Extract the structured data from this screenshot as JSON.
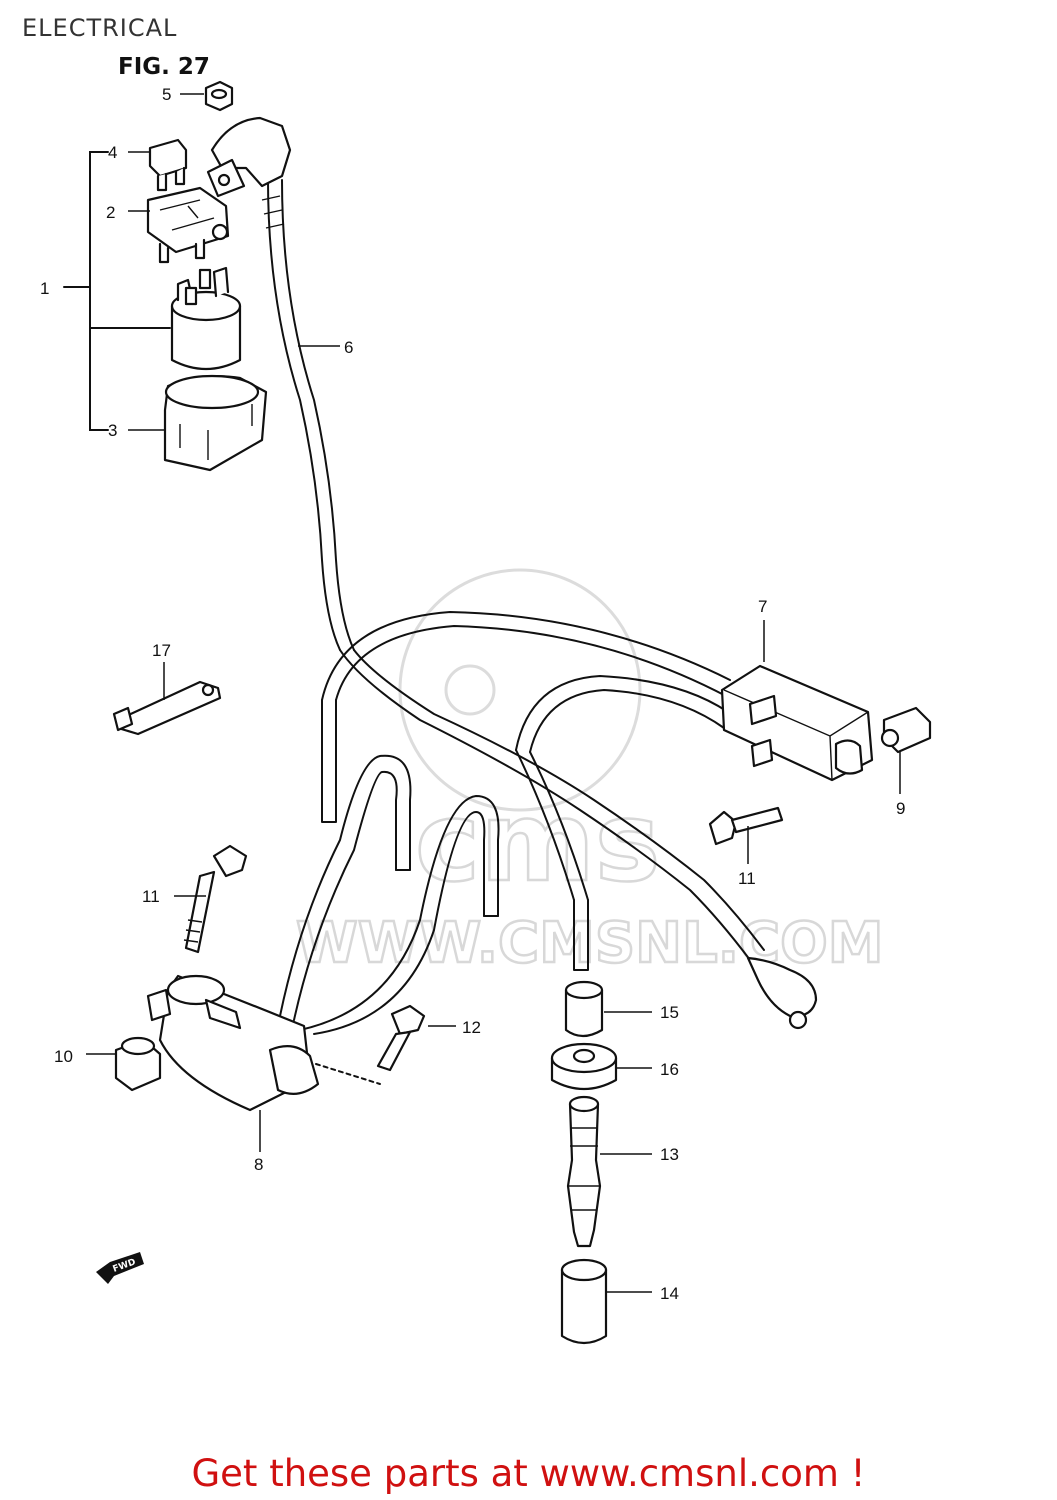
{
  "page": {
    "title": "ELECTRICAL",
    "figure": "FIG. 27",
    "footer": "Get these parts at www.cmsnl.com !"
  },
  "watermark": {
    "brand": "cms",
    "url": "WWW.CMSNL.COM"
  },
  "orientation_mark": "FWD",
  "callouts": [
    "1",
    "2",
    "3",
    "4",
    "5",
    "6",
    "7",
    "8",
    "9",
    "10",
    "11",
    "11",
    "12",
    "13",
    "14",
    "15",
    "16",
    "17"
  ]
}
